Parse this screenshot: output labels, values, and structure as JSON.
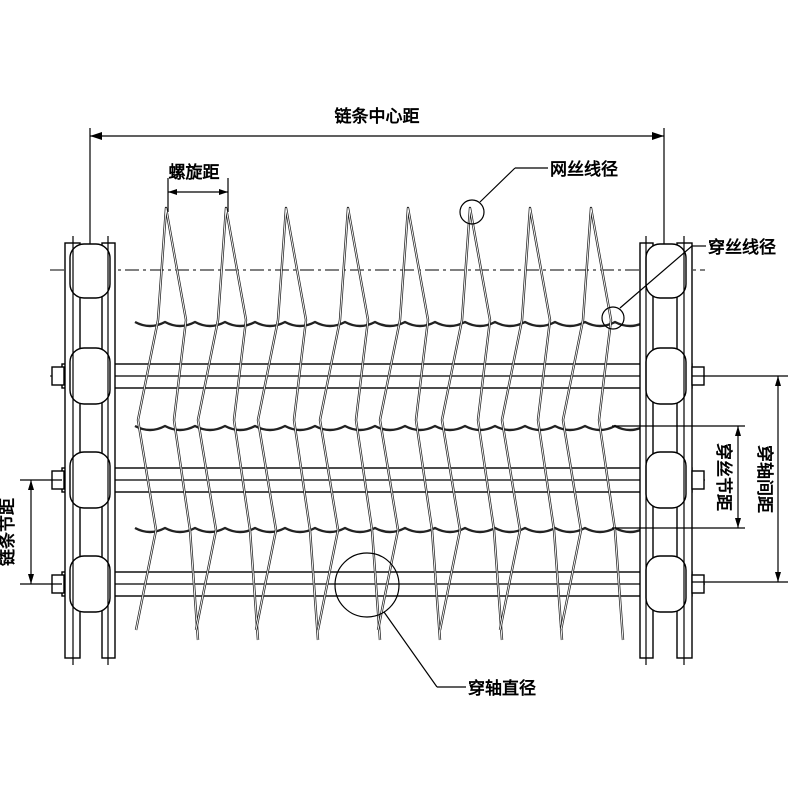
{
  "labels": {
    "chain_center_distance": "链条中心距",
    "spiral_pitch": "螺旋距",
    "mesh_wire_diameter": "网丝线径",
    "cross_wire_diameter": "穿丝线径",
    "cross_wire_pitch": "穿丝节距",
    "cross_shaft_spacing": "穿轴间距",
    "chain_pitch": "链条节距",
    "cross_shaft_diameter": "穿轴直径"
  }
}
